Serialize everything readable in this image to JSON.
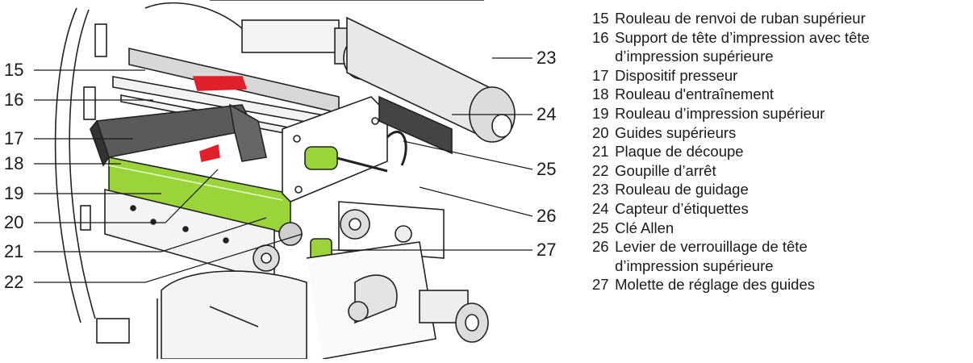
{
  "callouts": [
    {
      "num": "15"
    },
    {
      "num": "16"
    },
    {
      "num": "17"
    },
    {
      "num": "18"
    },
    {
      "num": "19"
    },
    {
      "num": "20"
    },
    {
      "num": "21"
    },
    {
      "num": "22"
    },
    {
      "num": "23"
    },
    {
      "num": "24"
    },
    {
      "num": "25"
    },
    {
      "num": "26"
    },
    {
      "num": "27"
    }
  ],
  "legend": [
    {
      "num": "15",
      "text": "Rouleau de renvoi de ruban supérieur"
    },
    {
      "num": "16",
      "text": "Support de tête d’impression avec tête\nd’impression supérieure"
    },
    {
      "num": "17",
      "text": "Dispositif presseur"
    },
    {
      "num": "18",
      "text": "Rouleau d'entraînement"
    },
    {
      "num": "19",
      "text": "Rouleau d’impression supérieur"
    },
    {
      "num": "20",
      "text": "Guides supérieurs"
    },
    {
      "num": "21",
      "text": "Plaque de découpe"
    },
    {
      "num": "22",
      "text": "Goupille d’arrêt"
    },
    {
      "num": "23",
      "text": "Rouleau de guidage"
    },
    {
      "num": "24",
      "text": "Capteur d’étiquettes"
    },
    {
      "num": "25",
      "text": "Clé Allen"
    },
    {
      "num": "26",
      "text": "Levier de verrouillage de tête\nd’impression supérieure"
    },
    {
      "num": "27",
      "text": "Molette de réglage des guides"
    }
  ],
  "colors": {
    "accent_green": "#9bd43a",
    "accent_red": "#e0202a",
    "line": "#1a1a1a"
  }
}
